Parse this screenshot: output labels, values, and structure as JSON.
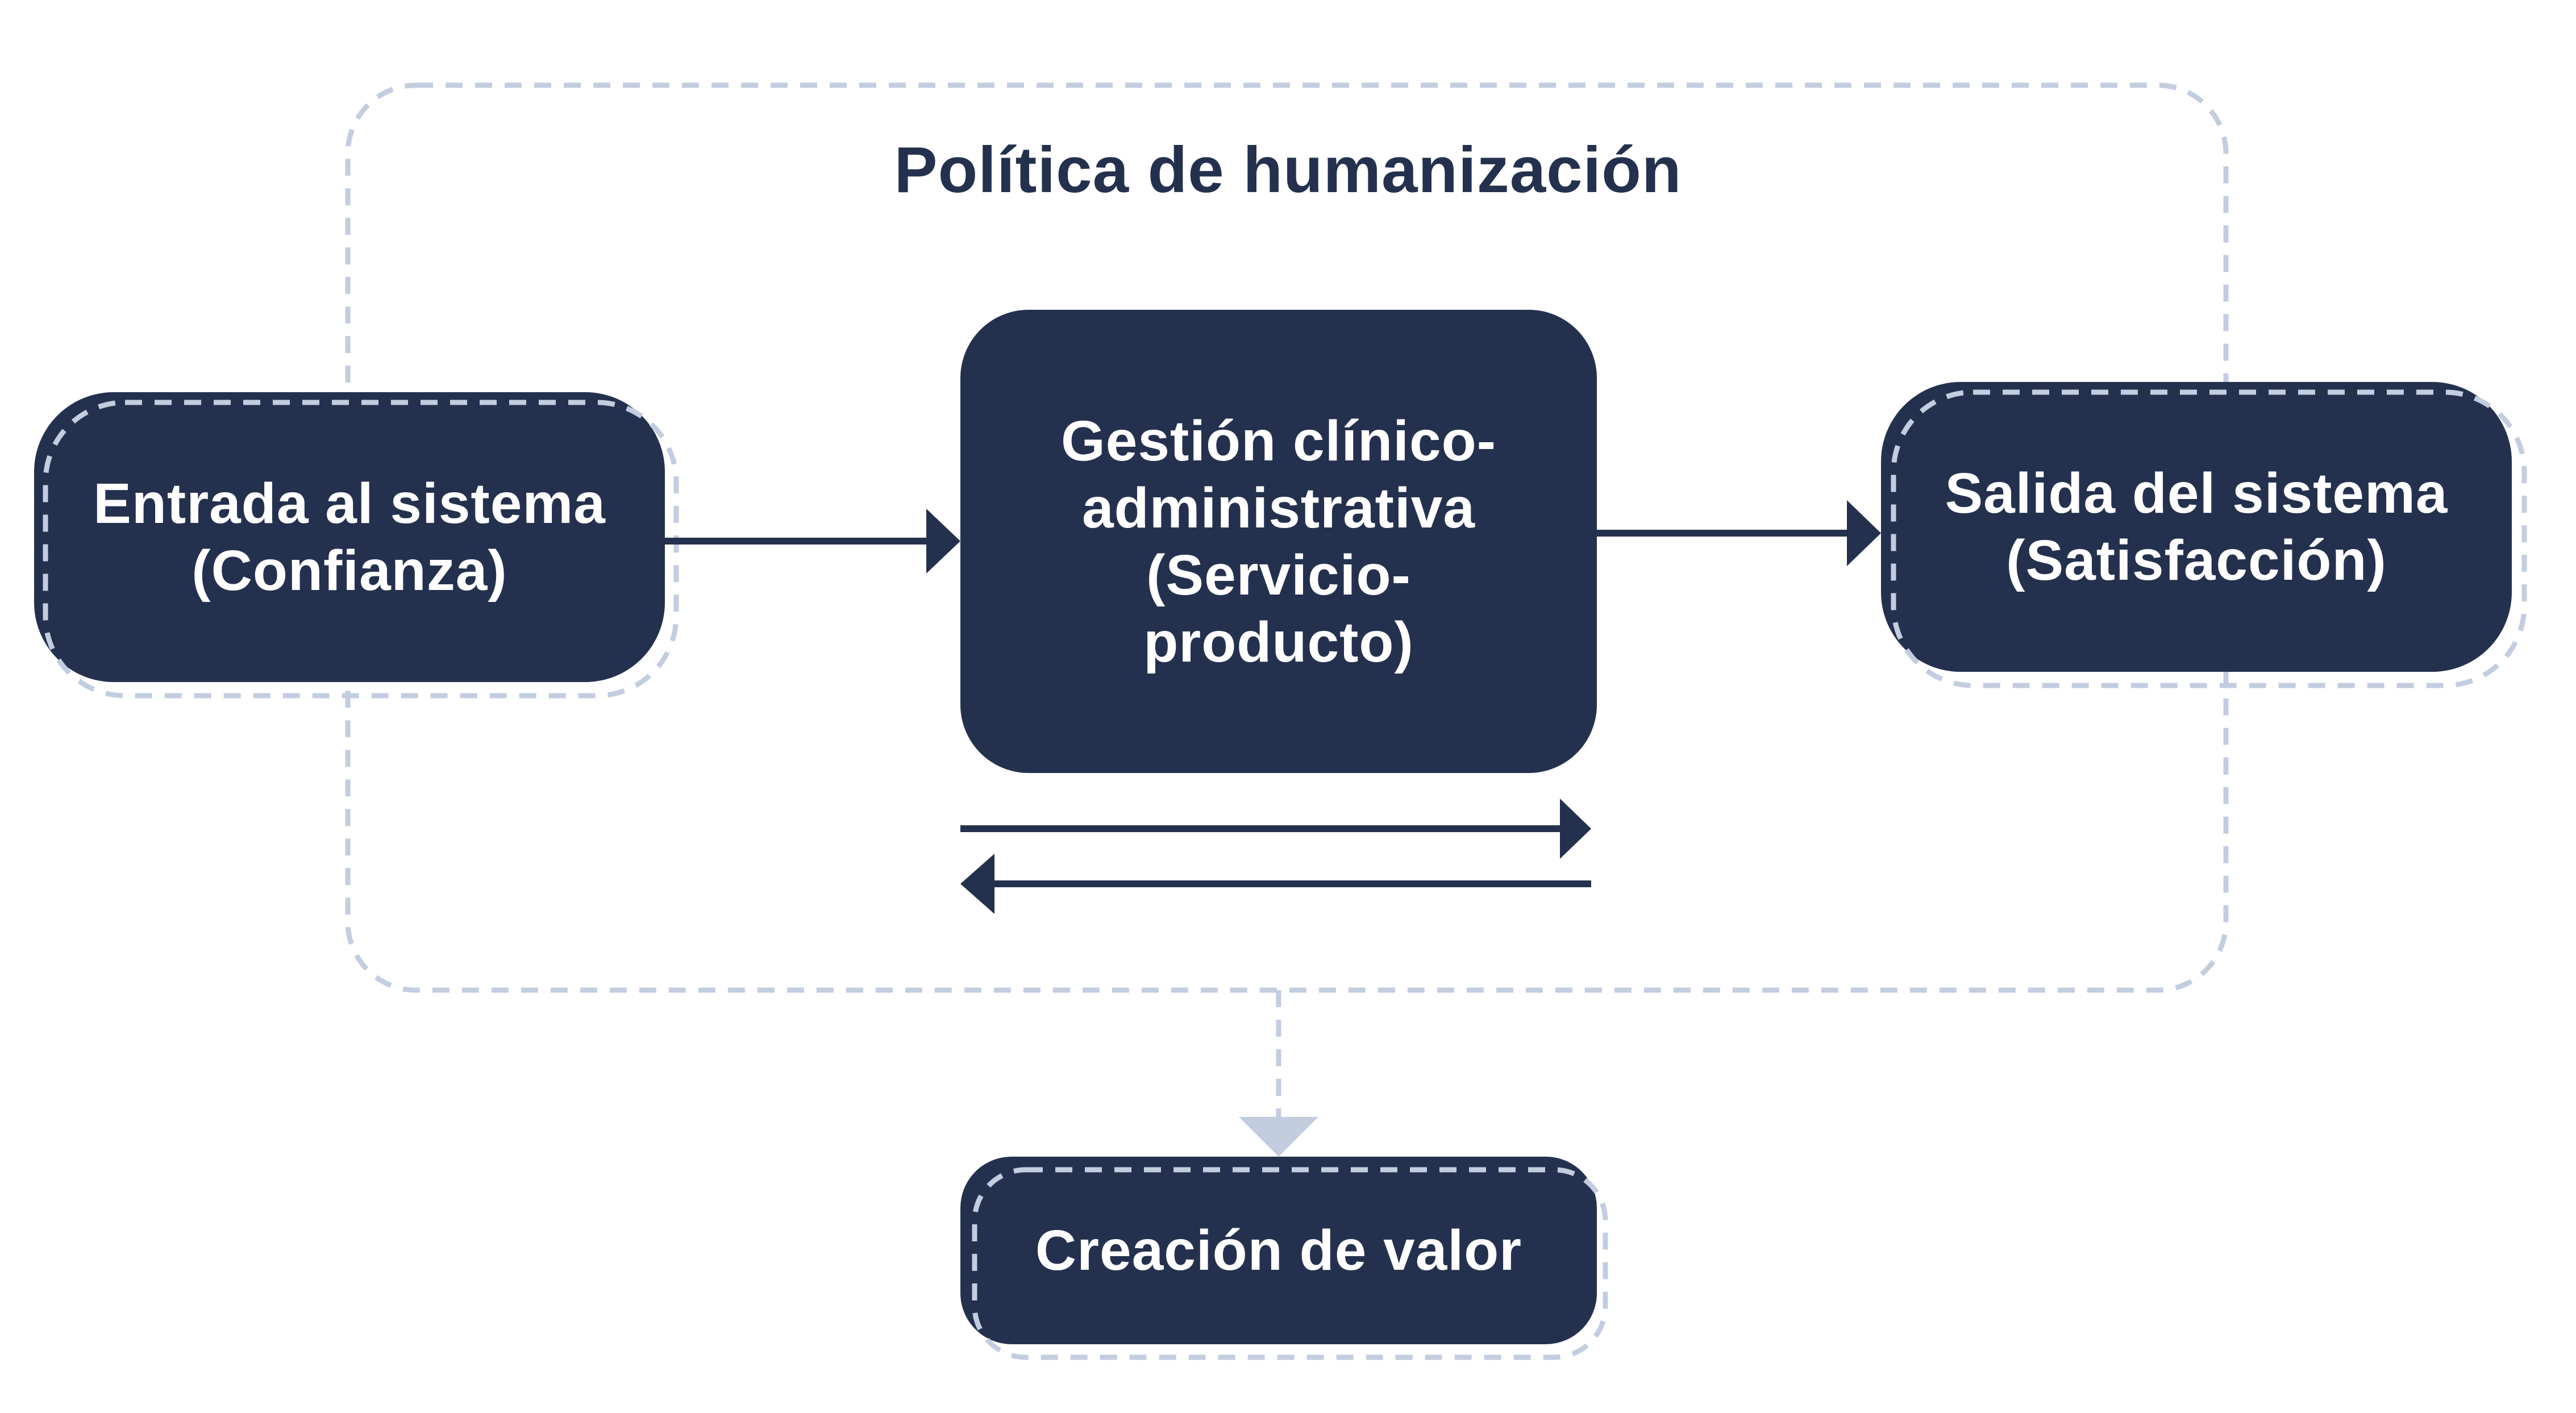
{
  "diagram": {
    "title": "Política de humanización",
    "nodes": {
      "entrada": "Entrada al sistema\n(Confianza)",
      "gestion": "Gestión clínico-\nadministrativa\n(Servicio-\nproducto)",
      "salida": "Salida del sistema\n(Satisfacción)",
      "creacion": "Creación de valor"
    },
    "colors": {
      "node_fill": "#24314e",
      "dashed_outline": "#c3cde0",
      "arrow": "#24314e",
      "value_arrow": "#c3cde0",
      "text_light": "#ffffff"
    }
  }
}
